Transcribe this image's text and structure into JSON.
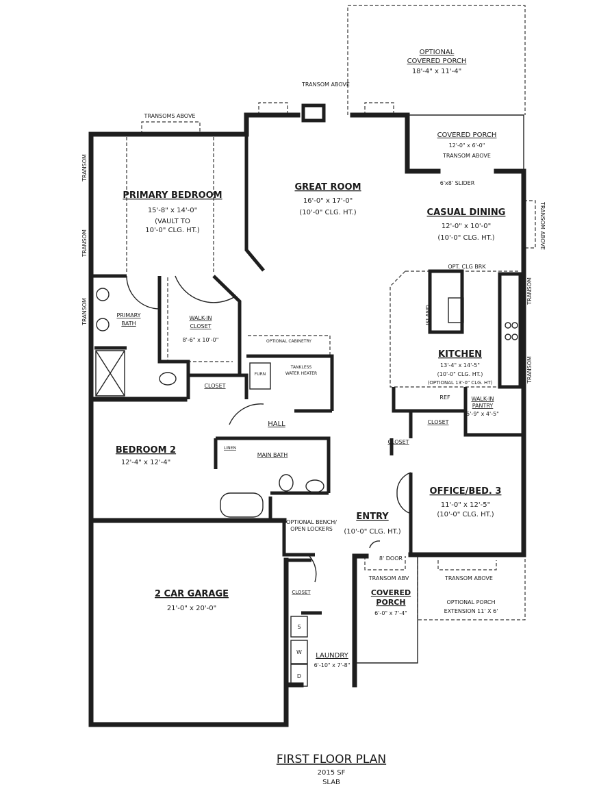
{
  "title": {
    "main": "FIRST FLOOR PLAN",
    "area": "2015 SF",
    "foundation": "SLAB"
  },
  "rooms": {
    "optional_covered_porch": {
      "line1": "OPTIONAL",
      "line2": "COVERED PORCH",
      "dims": "18'-4\" x 11'-4\""
    },
    "primary_bedroom": {
      "name": "PRIMARY BEDROOM",
      "dims": "15'-8\" x 14'-0\"",
      "note1": "(VAULT TO",
      "note2": "10'-0\" CLG. HT.)"
    },
    "great_room": {
      "name": "GREAT ROOM",
      "dims": "16'-0\" x 17'-0\"",
      "ceiling": "(10'-0\" CLG. HT.)"
    },
    "covered_porch_rear": {
      "name": "COVERED PORCH",
      "dims": "12'-0\" x 6'-0\"",
      "note": "TRANSOM ABOVE"
    },
    "casual_dining": {
      "name": "CASUAL DINING",
      "dims": "12'-0\" x 10'-0\"",
      "ceiling": "(10'-0\" CLG. HT.)"
    },
    "kitchen": {
      "name": "KITCHEN",
      "dims": "13'-4\" x 14'-5\"",
      "ceiling": "(10'-0\" CLG. HT.)",
      "optional": "(OPTIONAL 13'-0\" CLG. HT)"
    },
    "walk_in_pantry": {
      "line1": "WALK-IN",
      "line2": "PANTRY",
      "dims": "5'-9\" x 4'-5\""
    },
    "primary_bath": {
      "line1": "PRIMARY",
      "line2": "BATH"
    },
    "walk_in_closet": {
      "line1": "WALK-IN",
      "line2": "CLOSET",
      "dims": "8'-6\" x 10'-0\""
    },
    "bedroom_2": {
      "name": "BEDROOM 2",
      "dims": "12'-4\" x 12'-4\""
    },
    "main_bath": {
      "name": "MAIN BATH"
    },
    "hall": {
      "name": "HALL"
    },
    "office": {
      "name": "OFFICE/BED. 3",
      "dims": "11'-0\" x 12'-5\"",
      "ceiling": "(10'-0\" CLG. HT.)"
    },
    "entry": {
      "name": "ENTRY",
      "ceiling": "(10'-0\" CLG. HT.)"
    },
    "covered_porch_front": {
      "line1": "COVERED",
      "line2": "PORCH",
      "dims": "6'-0\" x 7'-4\""
    },
    "optional_porch_ext": {
      "line1": "OPTIONAL PORCH",
      "line2": "EXTENSION 11' X 6'"
    },
    "garage": {
      "name": "2 CAR GARAGE",
      "dims": "21'-0\" x 20'-0\""
    },
    "laundry": {
      "name": "LAUNDRY",
      "dims": "6'-10\" x 7'-8\""
    }
  },
  "labels": {
    "transom_above_top": "TRANSOM ABOVE",
    "transoms_above": "TRANSOMS ABOVE",
    "transom": "TRANSOM",
    "transom_above_right": "TRANSOM ABOVE",
    "slider": "6'x8' SLIDER",
    "opt_clg_brk": "OPT. CLG BRK",
    "island": "ISLAND",
    "ref": "REF",
    "optional_cabinetry": "OPTIONAL CABINETRY",
    "furn": "FURN",
    "tankless1": "TANKLESS",
    "tankless2": "WATER HEATER",
    "closet": "CLOSET",
    "linen": "LINEN",
    "bench1": "OPTIONAL BENCH/",
    "bench2": "OPEN LOCKERS",
    "door8": "8' DOOR",
    "transom_abv": "TRANSOM ABV",
    "transom_above_front": "TRANSOM ABOVE",
    "sink": "S",
    "washer": "W",
    "dryer": "D"
  }
}
